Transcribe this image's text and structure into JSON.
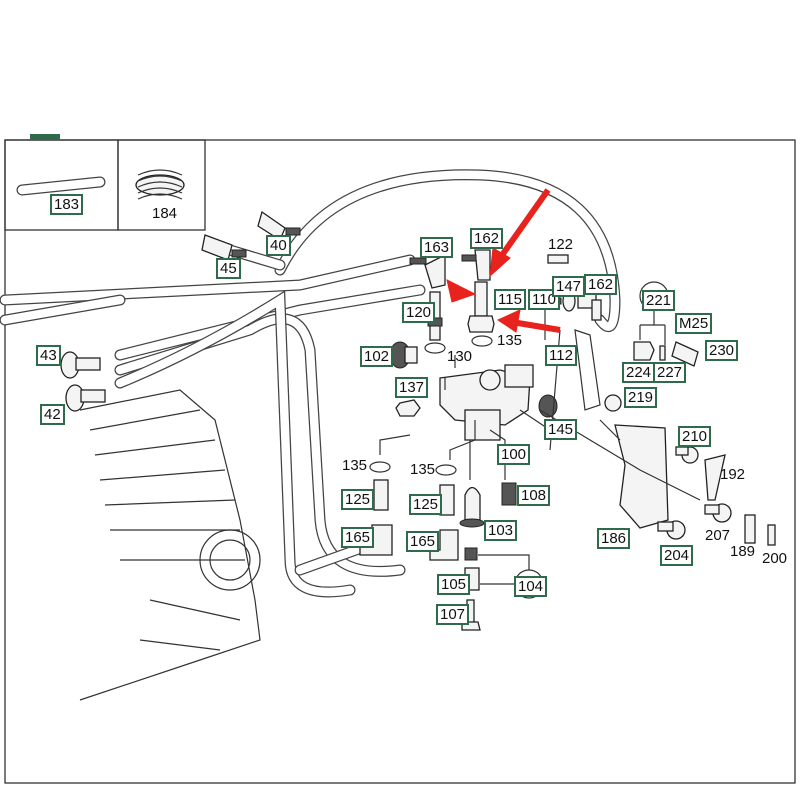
{
  "title": "Fuel filter / hose assembly parts diagram",
  "inset_labels": [
    {
      "id": "183",
      "boxed": true
    },
    {
      "id": "184",
      "boxed": false
    }
  ],
  "callouts": {
    "c40": "40",
    "c45": "45",
    "c43": "43",
    "c42": "42",
    "c163": "163",
    "c162a": "162",
    "c122": "122",
    "c120": "120",
    "c115": "115",
    "c110": "110",
    "c147": "147",
    "c162b": "162",
    "c221": "221",
    "cM25": "M25",
    "c230": "230",
    "c224": "224",
    "c227": "227",
    "c135a": "135",
    "c130": "130",
    "c112": "112",
    "c102": "102",
    "c137": "137",
    "c219": "219",
    "c145": "145",
    "c210": "210",
    "c192": "192",
    "c100": "100",
    "c135b": "135",
    "c135c": "135",
    "c125a": "125",
    "c125b": "125",
    "c108": "108",
    "c165a": "165",
    "c165b": "165",
    "c103": "103",
    "c105": "105",
    "c104": "104",
    "c107": "107",
    "c186": "186",
    "c204": "204",
    "c207": "207",
    "c189": "189",
    "c200": "200"
  },
  "colors": {
    "arrow": "#e8221c",
    "label_border": "#2f6b4b"
  }
}
